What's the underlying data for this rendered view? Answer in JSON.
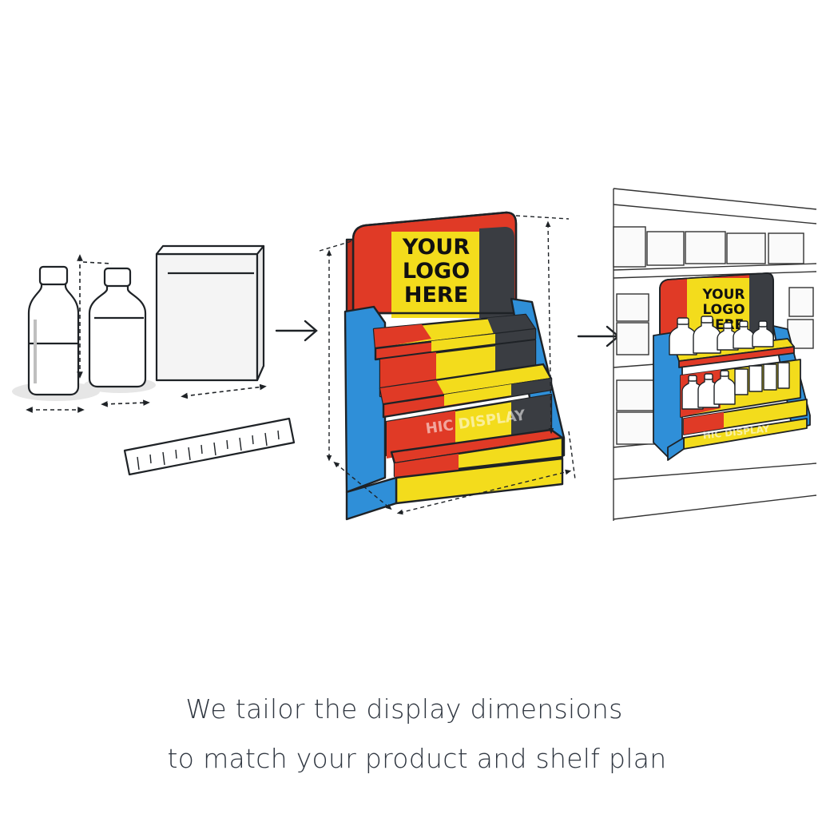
{
  "caption": {
    "line1": "We tailor the display dimensions",
    "line2": "to match your product and shelf plan"
  },
  "display": {
    "logo_line1": "YOUR",
    "logo_line2": "LOGO",
    "logo_line3": "HERE",
    "watermark": "HIC DISPLAY"
  },
  "shelf_scene": {
    "logo_line1": "YOUR",
    "logo_line2": "LOGO",
    "logo_line3": "HERE",
    "watermark": "HIC DISPLAY"
  },
  "colors": {
    "red": "#e03a26",
    "yellow": "#f3dc1c",
    "dark": "#3a3d42",
    "blue": "#2f8fd8",
    "outline": "#1e2226"
  },
  "icons": [
    "arrow-right-icon",
    "arrow-right-icon"
  ]
}
